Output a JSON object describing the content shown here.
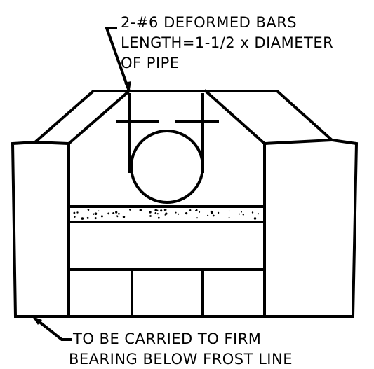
{
  "callouts": {
    "top": {
      "line1": "2-#6 DEFORMED BARS",
      "line2": "LENGTH=1-1/2 x DIAMETER",
      "line3": "OF PIPE"
    },
    "bottom": {
      "line1": "TO BE CARRIED TO FIRM",
      "line2": "BEARING BELOW FROST LINE"
    }
  },
  "colors": {
    "line": "#000000",
    "background": "#ffffff"
  }
}
